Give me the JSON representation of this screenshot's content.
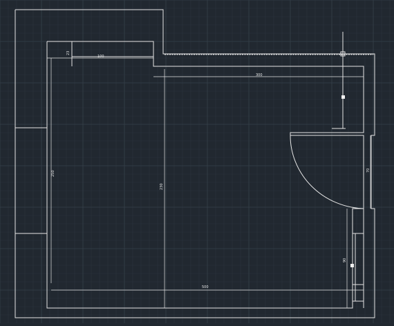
{
  "colors": {
    "background": "#212830",
    "grid_minor": "#2b333c",
    "grid_major": "#36404a",
    "line": "#e6e6e6"
  },
  "dimensions": {
    "top_wall_thickness": "23",
    "top_left_width": "100",
    "right_span": "300",
    "left_height": "250",
    "inner_height": "230",
    "door_width": "70",
    "bottom_width": "500",
    "right_lower_height": "90"
  },
  "icons": {
    "grip": "grip-square-icon",
    "crosshair": "crosshair-icon"
  }
}
